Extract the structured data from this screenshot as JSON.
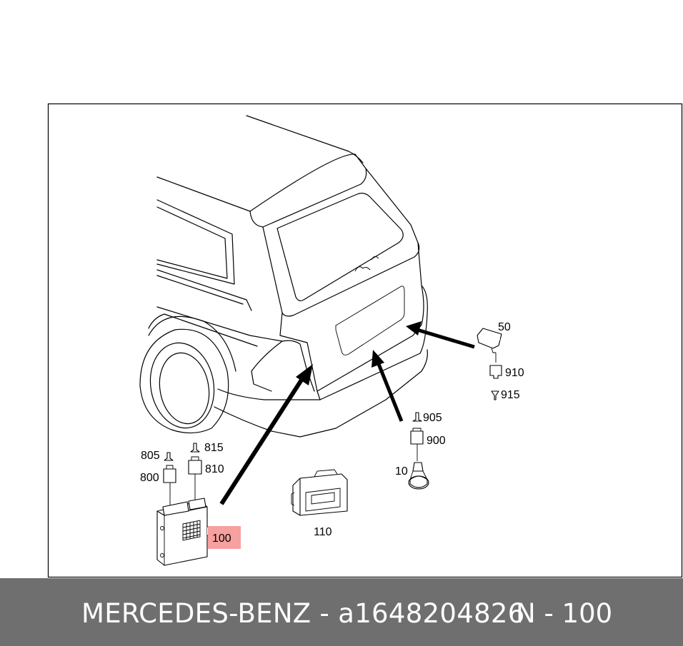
{
  "labels": {
    "p50": "50",
    "p910": "910",
    "p915": "915",
    "p905": "905",
    "p900": "900",
    "p10": "10",
    "p805": "805",
    "p800": "800",
    "p815": "815",
    "p810": "810",
    "p100": "100",
    "p110": "110"
  },
  "colors": {
    "highlight": "#f7a0a0",
    "footer": "#6f6f6f"
  },
  "footer": {
    "brand_part": "MERCEDES-BENZ - a1648204826",
    "position": "N - 100"
  }
}
